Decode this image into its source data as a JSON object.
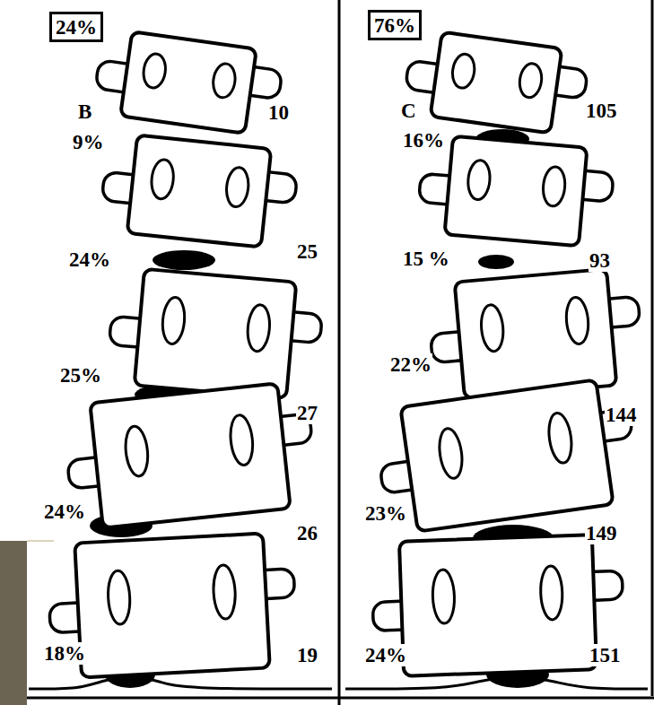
{
  "diagram": {
    "nodes": [
      {
        "text": [
          "24%"
        ]
      },
      {
        "text": [
          "76%"
        ]
      }
    ],
    "labels": [
      "B",
      "10",
      "9%",
      "24%",
      "25",
      "25%",
      "27",
      "24%",
      "26",
      "18%",
      "19",
      "C",
      "105",
      "16%",
      "15 %",
      "93",
      "22%",
      "144",
      "23%",
      "149",
      "24%",
      "151"
    ]
  }
}
